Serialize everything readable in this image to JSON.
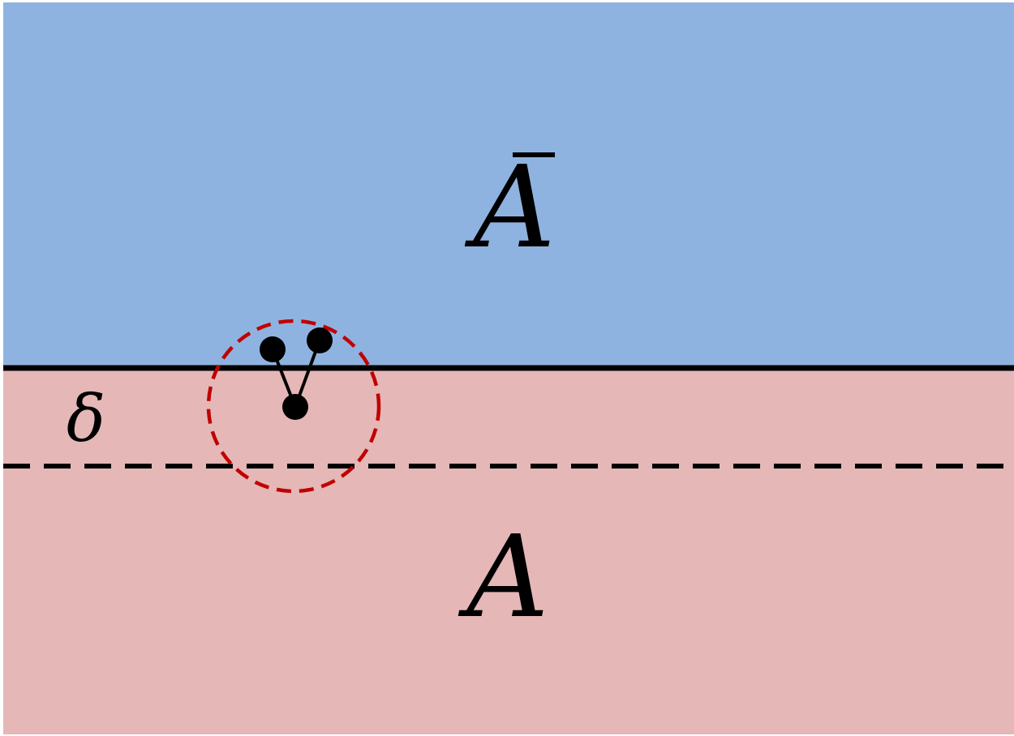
{
  "regions": {
    "upper": {
      "label": "A",
      "overbar": true,
      "color": "#8fb3e0"
    },
    "lower": {
      "label": "A",
      "overbar": false,
      "color": "#e5b7b7"
    }
  },
  "boundary": {
    "color": "#000000",
    "style": "solid"
  },
  "delta_line": {
    "label": "δ",
    "color": "#000000",
    "style": "dashed"
  },
  "neighborhood": {
    "color": "#c00000",
    "style": "dashed"
  },
  "graph": {
    "node_color": "#000000",
    "edge_color": "#000000"
  }
}
